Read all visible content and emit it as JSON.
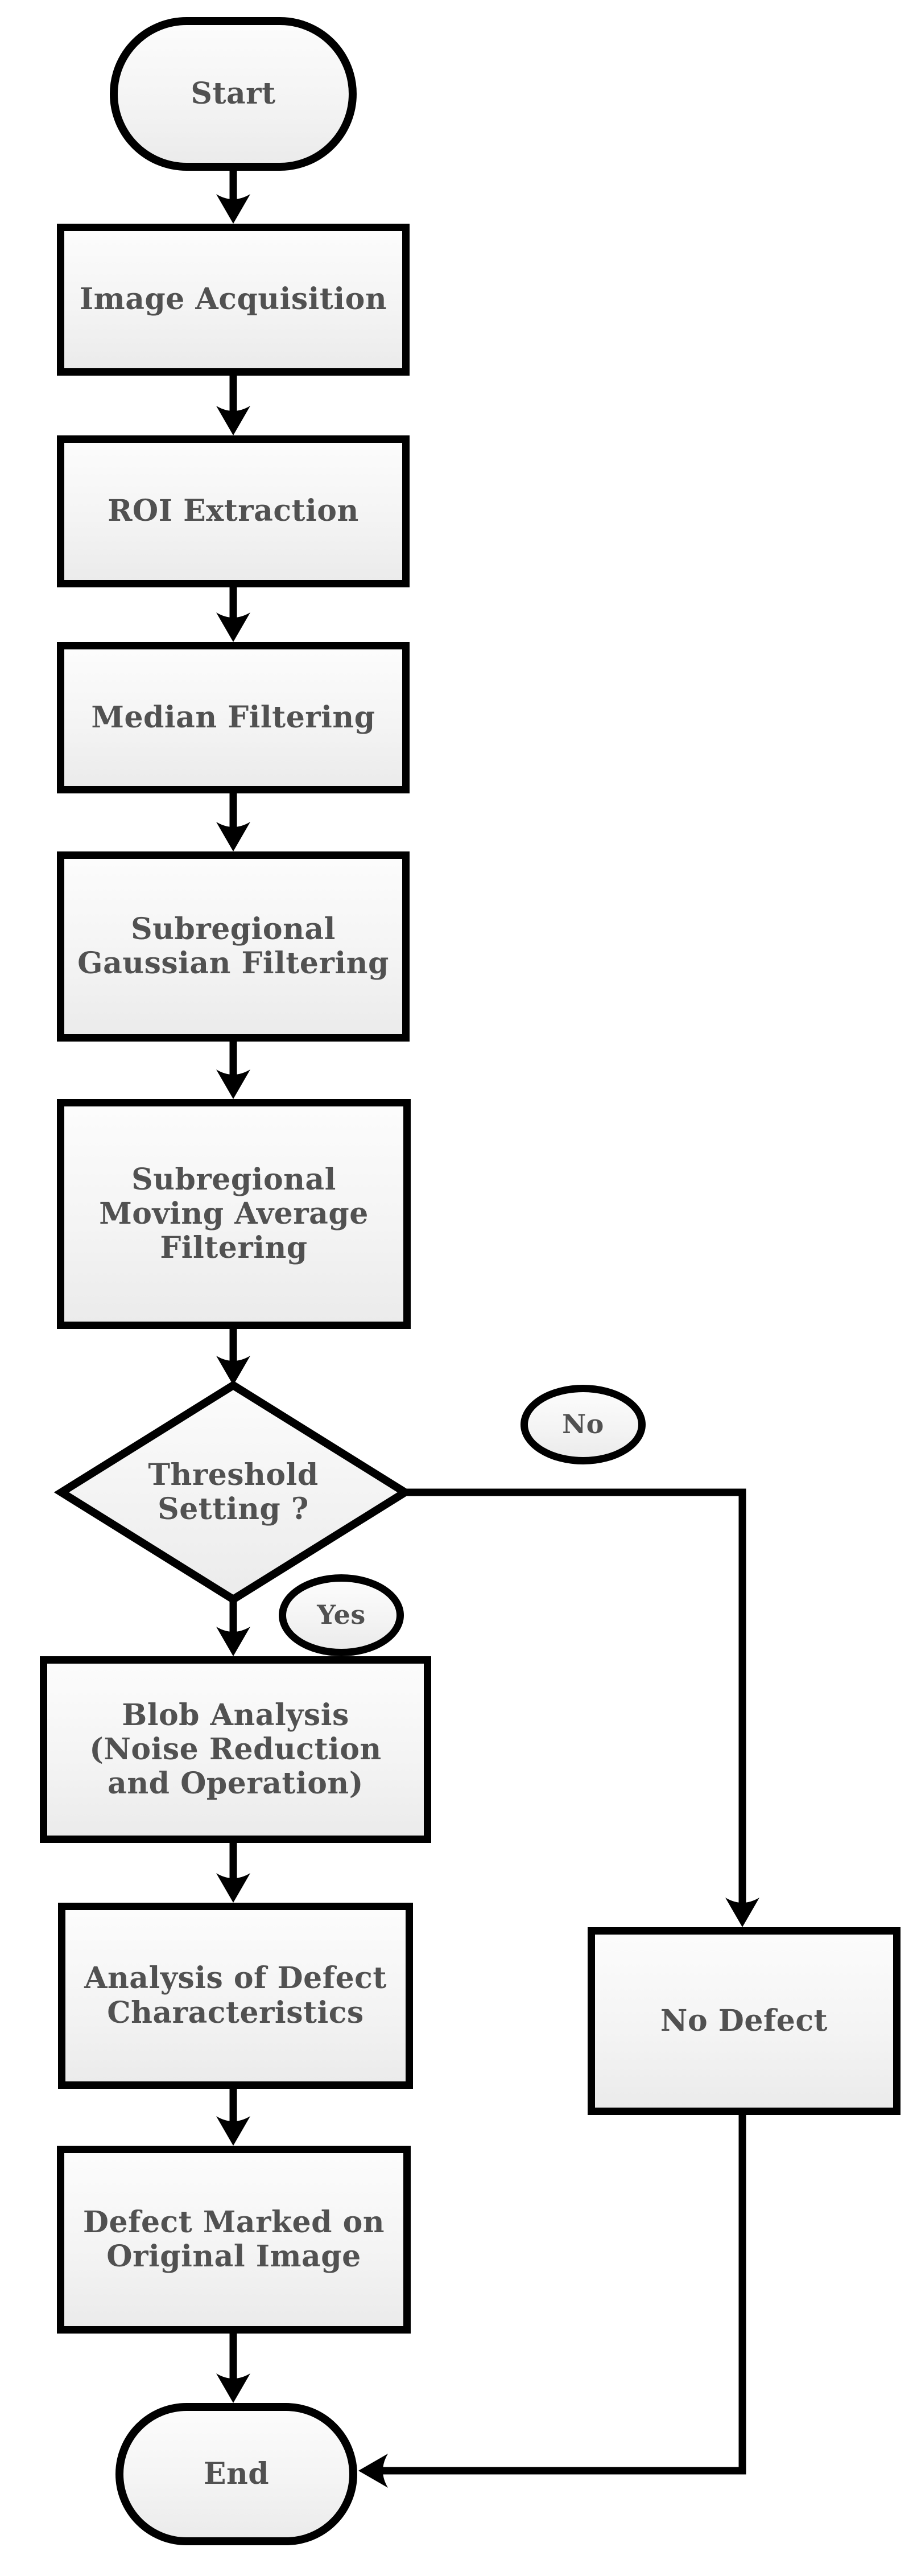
{
  "diagram": {
    "title_hint": "Defect detection image-processing flowchart",
    "nodes": {
      "start": {
        "label": "Start",
        "shape": "terminator"
      },
      "image_acquisition": {
        "label": "Image Acquisition",
        "shape": "process"
      },
      "roi_extraction": {
        "label": "ROI Extraction",
        "shape": "process"
      },
      "median_filtering": {
        "label": "Median Filtering",
        "shape": "process"
      },
      "subregional_gaussian_filtering": {
        "label": "Subregional\nGaussian Filtering",
        "shape": "process"
      },
      "subregional_moving_average_filtering": {
        "label": "Subregional\nMoving Average\nFiltering",
        "shape": "process"
      },
      "threshold_setting": {
        "label": "Threshold\nSetting ?",
        "shape": "decision"
      },
      "blob_analysis": {
        "label": "Blob Analysis\n(Noise Reduction\nand Operation)",
        "shape": "process"
      },
      "analysis_of_defect_characteristics": {
        "label": "Analysis of Defect\nCharacteristics",
        "shape": "process"
      },
      "defect_marked_on_original_image": {
        "label": "Defect Marked on\nOriginal Image",
        "shape": "process"
      },
      "no_defect": {
        "label": "No Defect",
        "shape": "process"
      },
      "end": {
        "label": "End",
        "shape": "terminator"
      }
    },
    "edge_labels": {
      "no": "No",
      "yes": "Yes"
    },
    "colors": {
      "stroke": "#000000",
      "fill_top": "#fcfcfc",
      "fill_bottom": "#ebebeb",
      "text": "#515151",
      "background": "#ffffff"
    }
  }
}
